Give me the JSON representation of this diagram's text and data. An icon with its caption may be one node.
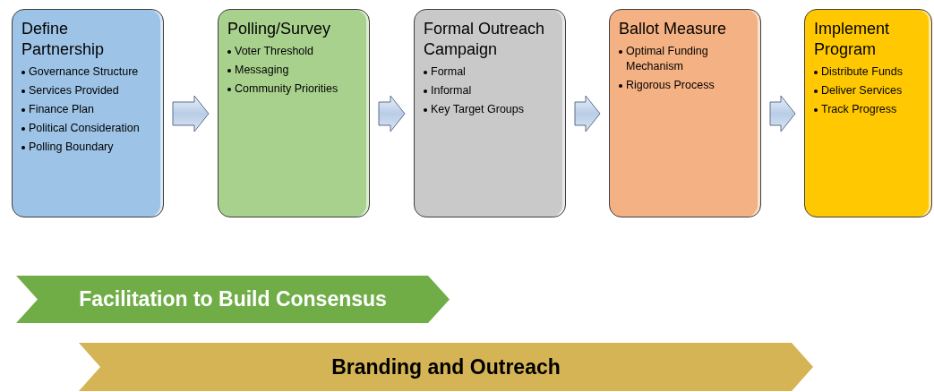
{
  "diagram": {
    "nodes": [
      {
        "text": [
          "Define Partnership",
          "Governance Structure",
          "Services Provided",
          "Finance Plan",
          "Political Consideration",
          "Polling Boundary"
        ]
      },
      {
        "text": [
          "Polling/Survey",
          "Voter Threshold",
          "Messaging",
          "Community Priorities"
        ]
      },
      {
        "text": [
          "Formal Outreach Campaign",
          "Formal",
          "Informal",
          "Key Target Groups"
        ]
      },
      {
        "text": [
          "Ballot Measure",
          "Optimal Funding Mechanism",
          "Rigorous Process"
        ]
      },
      {
        "text": [
          "Implement Program",
          "Distribute Funds",
          "Deliver Services",
          "Track Progress"
        ]
      },
      {
        "text": [
          "Facilitation to Build Consensus"
        ]
      },
      {
        "text": [
          "Branding and Outreach"
        ]
      }
    ],
    "edges": [
      {
        "from": 0,
        "to": 1,
        "arrow": "to"
      },
      {
        "from": 1,
        "to": 2,
        "arrow": "to"
      },
      {
        "from": 2,
        "to": 3,
        "arrow": "to"
      },
      {
        "from": 3,
        "to": 4,
        "arrow": "to"
      }
    ]
  }
}
